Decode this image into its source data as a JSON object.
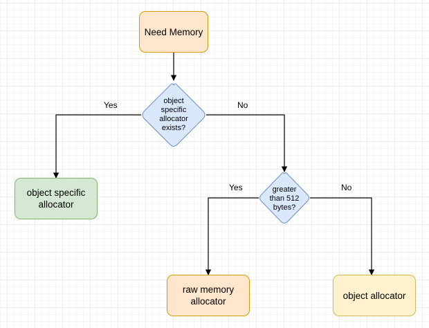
{
  "nodes": {
    "need_memory": "Need Memory",
    "object_specific_allocator_box": "object specific allocator",
    "raw_memory_allocator": "raw memory allocator",
    "object_allocator": "object allocator"
  },
  "decisions": {
    "specific_exists": "object specific allocator exists?",
    "greater_than_512": "greater than 512 bytes?"
  },
  "edges": {
    "specific_yes": "Yes",
    "specific_no": "No",
    "size_yes": "Yes",
    "size_no": "No"
  },
  "colors": {
    "start_fill": "#ffe6cc",
    "start_stroke": "#d79b00",
    "decision_fill": "#dae8fc",
    "decision_stroke": "#6c8ebf",
    "green_fill": "#d5e8d4",
    "green_stroke": "#82b366",
    "yellow_fill": "#fff2cc",
    "yellow_stroke": "#d6b656"
  }
}
